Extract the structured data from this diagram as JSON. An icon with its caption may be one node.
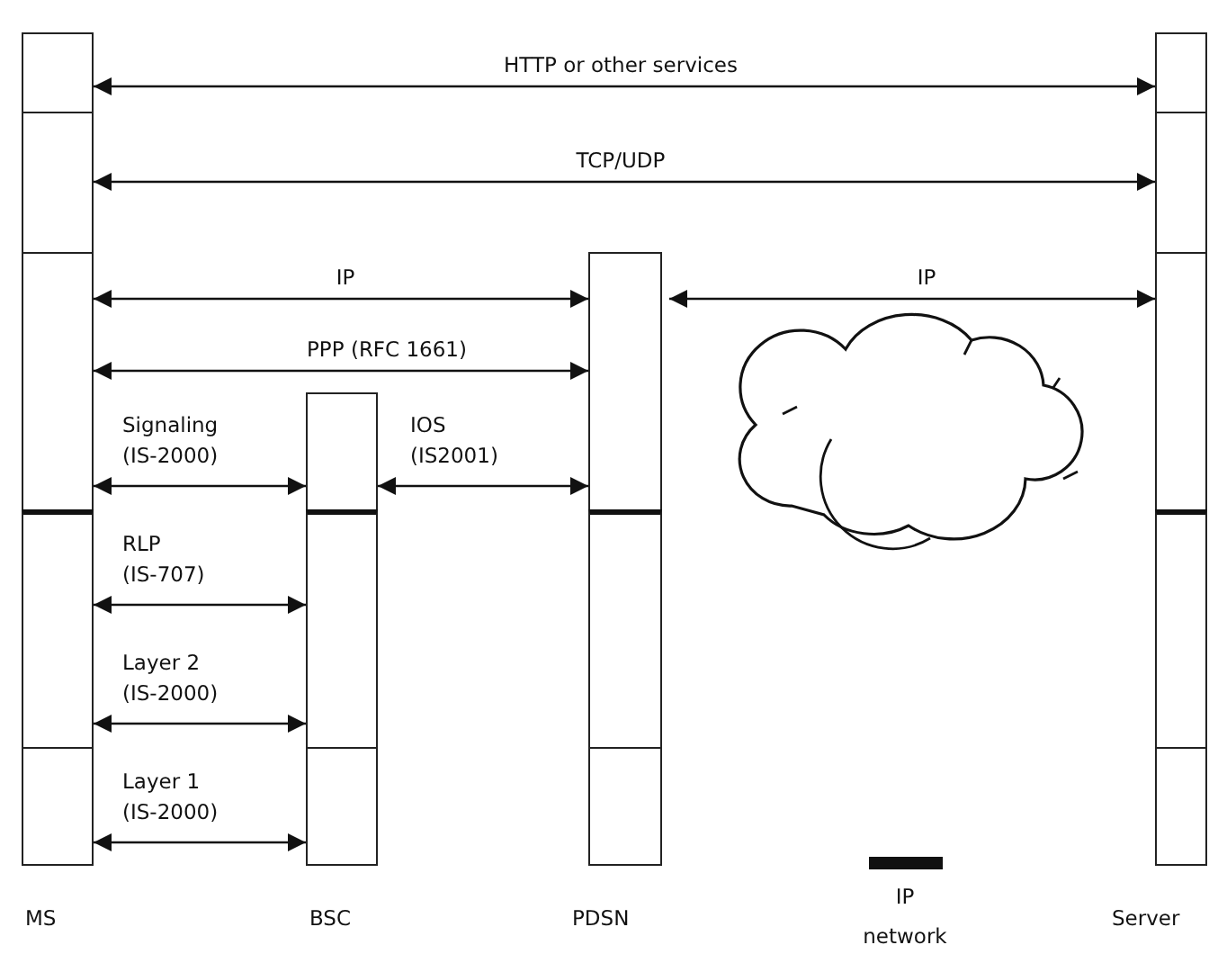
{
  "diagram": {
    "nodes": [
      {
        "text": [
          "MS"
        ]
      },
      {
        "text": [],
        "shape": "box",
        "in": 0
      },
      {
        "text": [],
        "shape": "box",
        "in": 0
      },
      {
        "text": [],
        "shape": "box",
        "in": 0
      },
      {
        "text": [],
        "shape": "box",
        "in": 0
      },
      {
        "text": [],
        "shape": "box",
        "in": 0
      },
      {
        "text": [
          "BSC"
        ]
      },
      {
        "text": [],
        "shape": "box",
        "in": 6
      },
      {
        "text": [],
        "shape": "box",
        "in": 6
      },
      {
        "text": [],
        "shape": "box",
        "in": 6
      },
      {
        "text": [
          "PDSN"
        ]
      },
      {
        "text": [],
        "shape": "box",
        "in": 10
      },
      {
        "text": [],
        "shape": "box",
        "in": 10
      },
      {
        "text": [],
        "shape": "box",
        "in": 10
      },
      {
        "text": [],
        "shape": "cloud"
      },
      {
        "text": [
          "Server"
        ]
      },
      {
        "text": [],
        "shape": "box",
        "in": 15
      },
      {
        "text": [],
        "shape": "box",
        "in": 15
      },
      {
        "text": [],
        "shape": "box",
        "in": 15
      },
      {
        "text": [],
        "shape": "box",
        "in": 15
      },
      {
        "text": [],
        "shape": "box",
        "in": 15
      }
    ],
    "edges": [
      {
        "from": 1,
        "to": 16,
        "arrow": "both",
        "label": "HTTP or other services"
      },
      {
        "from": 2,
        "to": 17,
        "arrow": "both",
        "label": "TCP/UDP"
      },
      {
        "from": 3,
        "to": 11,
        "arrow": "both",
        "label": "IP"
      },
      {
        "from": 3,
        "to": 11,
        "arrow": "both",
        "label": "PPP (RFC 1661)"
      },
      {
        "from": 3,
        "to": 7,
        "arrow": "both",
        "label": "Signaling (IS-2000)"
      },
      {
        "from": 7,
        "to": 11,
        "arrow": "both",
        "label": "IOS (IS2001)"
      },
      {
        "from": 4,
        "to": 8,
        "arrow": "both",
        "label": "RLP (IS-707)"
      },
      {
        "from": 4,
        "to": 8,
        "arrow": "both",
        "label": "Layer 2 (IS-2000)"
      },
      {
        "from": 5,
        "to": 9,
        "arrow": "both",
        "label": "Layer 1 (IS-2000)"
      },
      {
        "from": 11,
        "to": 18,
        "arrow": "both",
        "label": "IP"
      }
    ],
    "legend": [
      {
        "text": "IP network"
      }
    ]
  }
}
